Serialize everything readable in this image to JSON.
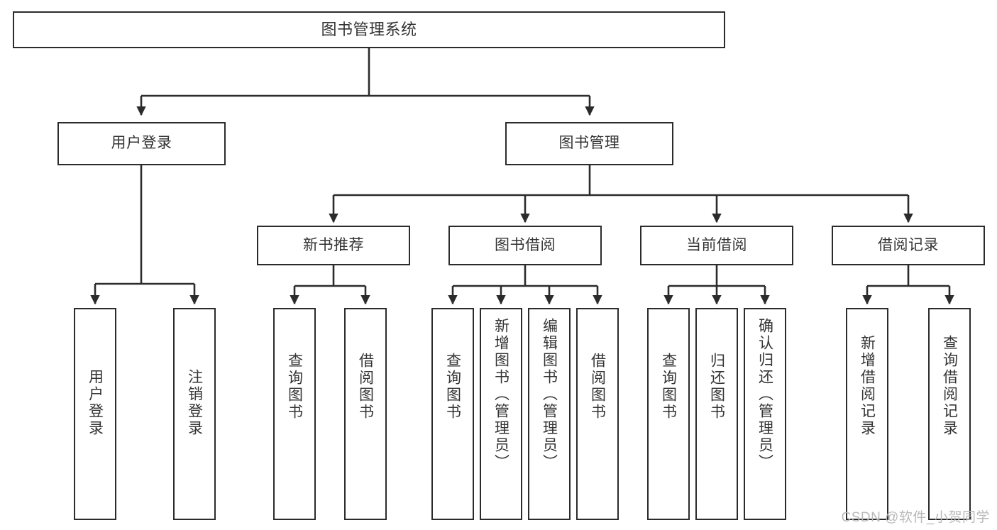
{
  "diagram": {
    "title": "图书管理系统",
    "type": "tree",
    "watermark": "CSDN @软件_小贺同学",
    "colors": {
      "stroke": "#2b2b2b",
      "text": "#333333",
      "background": "#ffffff",
      "watermark": "#b9b9b9"
    },
    "levels": {
      "root": {
        "label": "图书管理系统"
      },
      "level2": [
        {
          "label": "用户登录"
        },
        {
          "label": "图书管理"
        }
      ],
      "level3": [
        {
          "label": "新书推荐"
        },
        {
          "label": "图书借阅"
        },
        {
          "label": "当前借阅"
        },
        {
          "label": "借阅记录"
        }
      ],
      "leaves": {
        "user_login": [
          {
            "label": "用户登录"
          },
          {
            "label": "注销登录"
          }
        ],
        "new_book_recommend": [
          {
            "label": "查询图书"
          },
          {
            "label": "借阅图书"
          }
        ],
        "book_borrow": [
          {
            "label": "查询图书"
          },
          {
            "label": "新增图书（管理员）"
          },
          {
            "label": "编辑图书（管理员）"
          },
          {
            "label": "借阅图书"
          }
        ],
        "current_borrow": [
          {
            "label": "查询图书"
          },
          {
            "label": "归还图书"
          },
          {
            "label": "确认归还（管理员）"
          }
        ],
        "borrow_records": [
          {
            "label": "新增借阅记录"
          },
          {
            "label": "查询借阅记录"
          }
        ]
      }
    }
  }
}
